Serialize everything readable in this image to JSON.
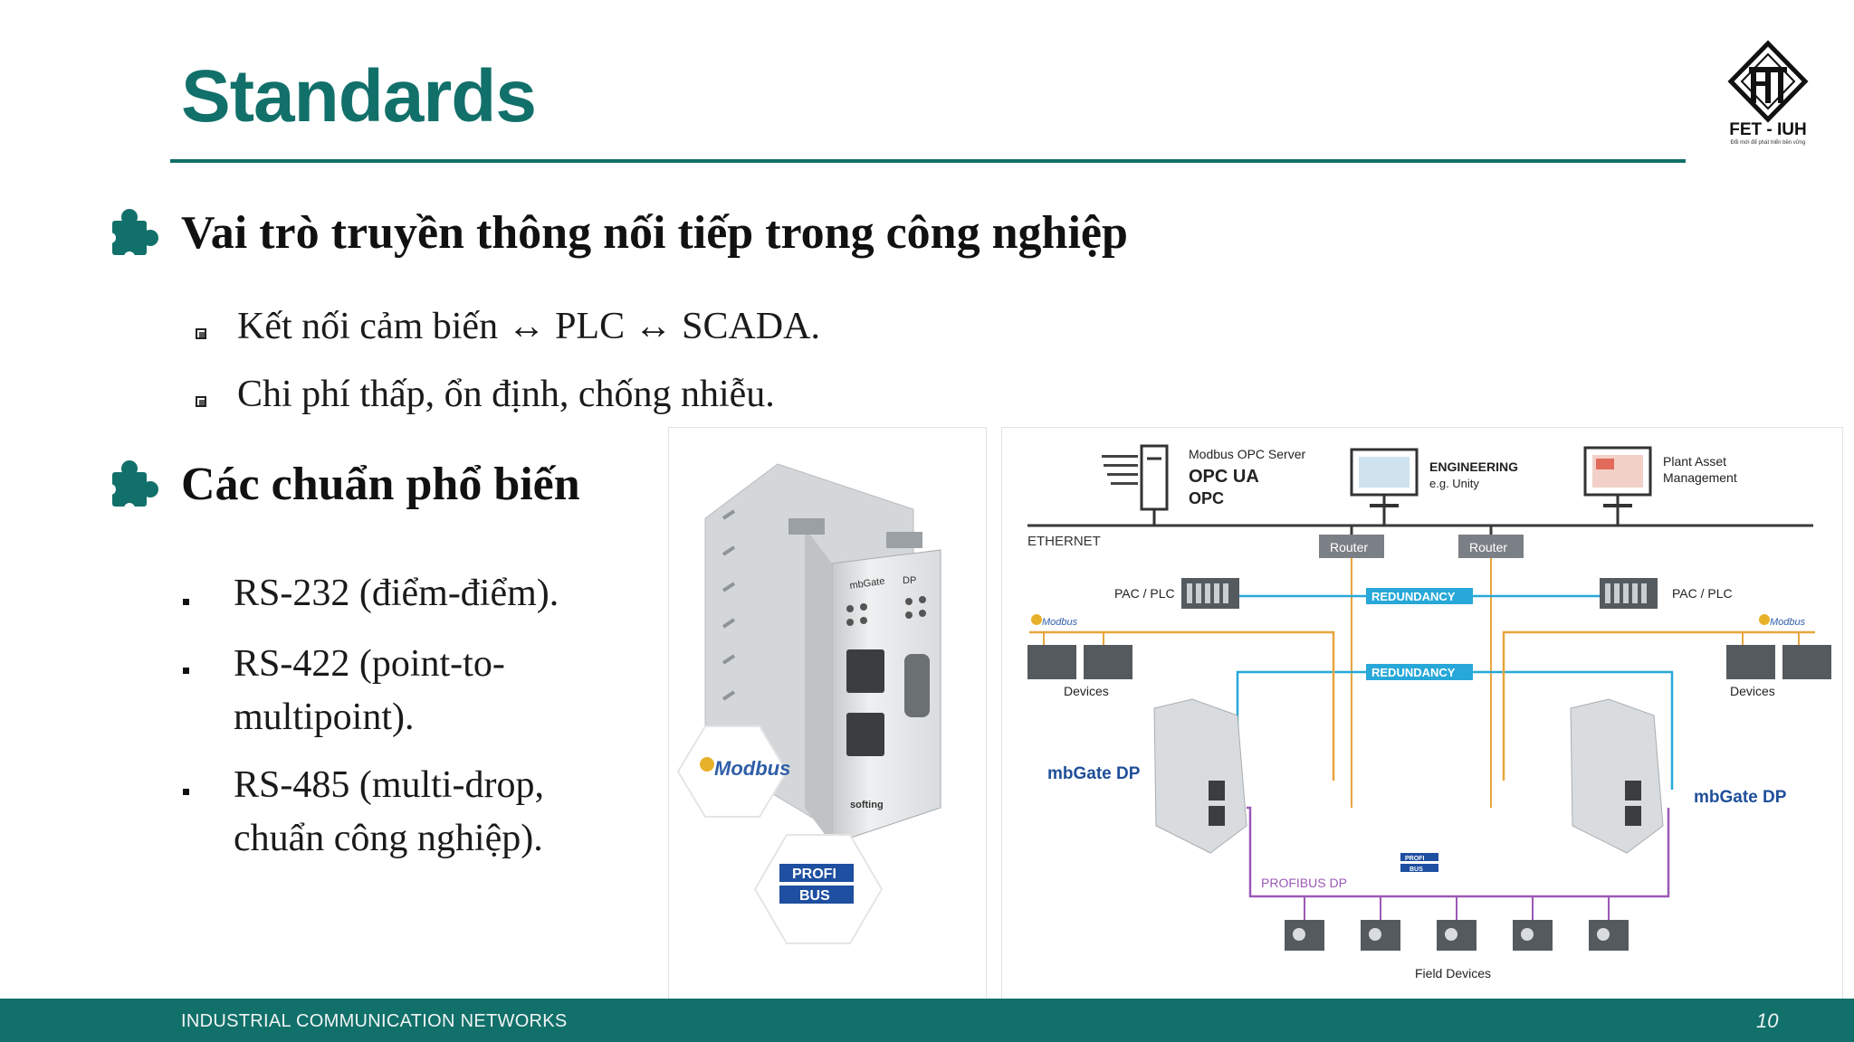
{
  "slide": {
    "title": "Standards",
    "logo": {
      "name": "FET - IUH",
      "tagline": "Đổi mới để phát triển bền vững"
    },
    "sections": [
      {
        "heading": "Vai trò truyền thông nối tiếp trong công nghiệp",
        "items": [
          "Kết nối cảm biến ↔ PLC ↔ SCADA.",
          "Chi phí thấp, ổn định, chống nhiễu."
        ]
      },
      {
        "heading": "Các chuẩn phổ biến",
        "items": [
          {
            "line1": "RS-232 (điểm-điểm)."
          },
          {
            "line1": "RS-422 (point-to-",
            "line2": "multipoint)."
          },
          {
            "line1": "RS-485 (multi-drop,",
            "line2": "chuẩn công nghiệp)."
          }
        ]
      }
    ],
    "device_image": {
      "labels": [
        "Modbus",
        "PROFI",
        "BUS",
        "mbGate",
        "DP",
        "softing"
      ]
    },
    "network_diagram": {
      "servers": [
        {
          "title": "Modbus OPC Server",
          "sub1": "OPC UA",
          "sub2": "OPC"
        },
        {
          "title": "ENGINEERING",
          "sub1": "e.g. Unity"
        },
        {
          "title": "Plant Asset",
          "sub1": "Management"
        }
      ],
      "ethernet_label": "ETHERNET",
      "routers": [
        "Router",
        "Router"
      ],
      "plc_labels": [
        "PAC / PLC",
        "PAC / PLC"
      ],
      "redundancy_labels": [
        "REDUNDANCY",
        "REDUNDANCY"
      ],
      "modbus_labels": [
        "Modbus",
        "Modbus"
      ],
      "devices_labels": [
        "Devices",
        "Devices"
      ],
      "gateway_labels": [
        "mbGate DP",
        "mbGate DP"
      ],
      "profibus_label": "PROFIBUS DP",
      "profibus_logo": [
        "PROFI",
        "BUS"
      ],
      "field_devices_label": "Field Devices",
      "colors": {
        "ethernet": "#3a3a3a",
        "redundancy": "#27a8d8",
        "modbus": "#e8a53c",
        "profibus": "#9b59b6"
      }
    },
    "footer": {
      "course": "INDUSTRIAL COMMUNICATION NETWORKS",
      "page_number": "10"
    },
    "colors": {
      "accent": "#12706a",
      "text": "#111111"
    }
  }
}
